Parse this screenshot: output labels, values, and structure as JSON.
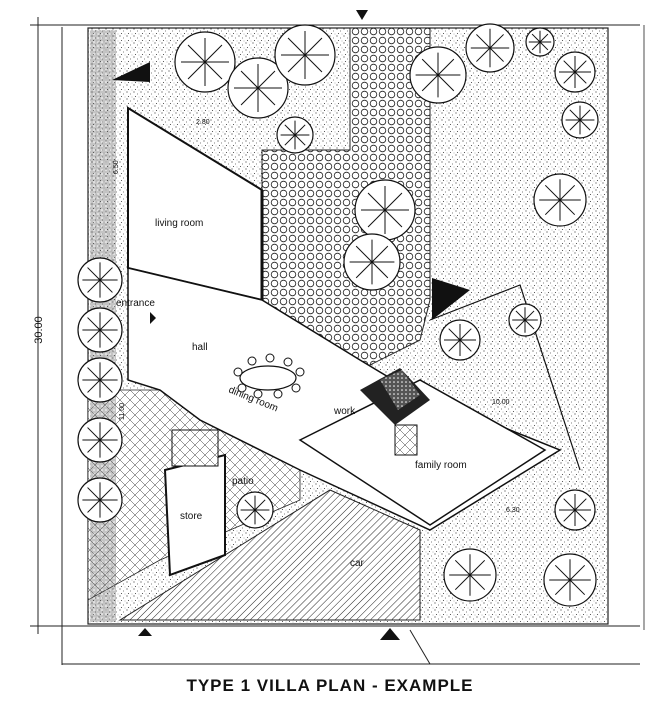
{
  "title": "TYPE 1 VILLA  PLAN - EXAMPLE",
  "dimensions": {
    "height": "30.00",
    "dim_top": "2.80",
    "dim_left_upper": "6.50",
    "dim_left_lower": "11.00",
    "dim_right_mid": "10.00",
    "dim_right_lower": "6.30"
  },
  "rooms": {
    "living_room": "living   room",
    "entrance": "entrance",
    "hall": "hall",
    "dining_room": "dining room",
    "work": "work",
    "family_room": "family  room",
    "patio": "patio",
    "store": "store",
    "car": "car"
  },
  "colors": {
    "ink": "#111111",
    "paper": "#ffffff"
  },
  "icons": {
    "north_arrow": "north-arrow-icon",
    "entry_marker": "entry-triangle-icon"
  }
}
